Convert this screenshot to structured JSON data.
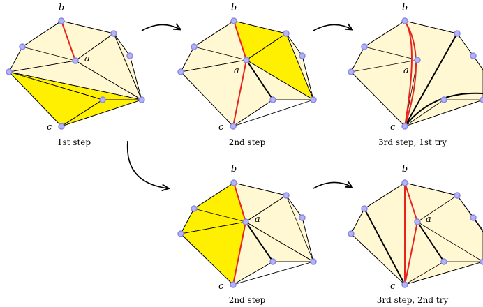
{
  "colors": {
    "face_fill": "#fff8d3",
    "highlight_fill": "#ffef00",
    "edge": "#000000",
    "flip_edge": "#e8231e",
    "vertex_fill": "#b4b4f4",
    "vertex_stroke": "#8888e8"
  },
  "panels": [
    {
      "caption": "1st step",
      "labels": {
        "a": "a",
        "b": "b",
        "c": "c"
      }
    },
    {
      "caption": "2nd step",
      "labels": {
        "a": "a",
        "b": "b",
        "c": "c"
      }
    },
    {
      "caption": "3rd step, 1st try",
      "labels": {
        "a": "a",
        "b": "b",
        "c": "c"
      }
    },
    {
      "caption": "2nd step",
      "labels": {
        "a": "a",
        "b": "b",
        "c": "c"
      }
    },
    {
      "caption": "3rd step, 2nd try",
      "labels": {
        "a": "a",
        "b": "b",
        "c": "c"
      }
    }
  ]
}
